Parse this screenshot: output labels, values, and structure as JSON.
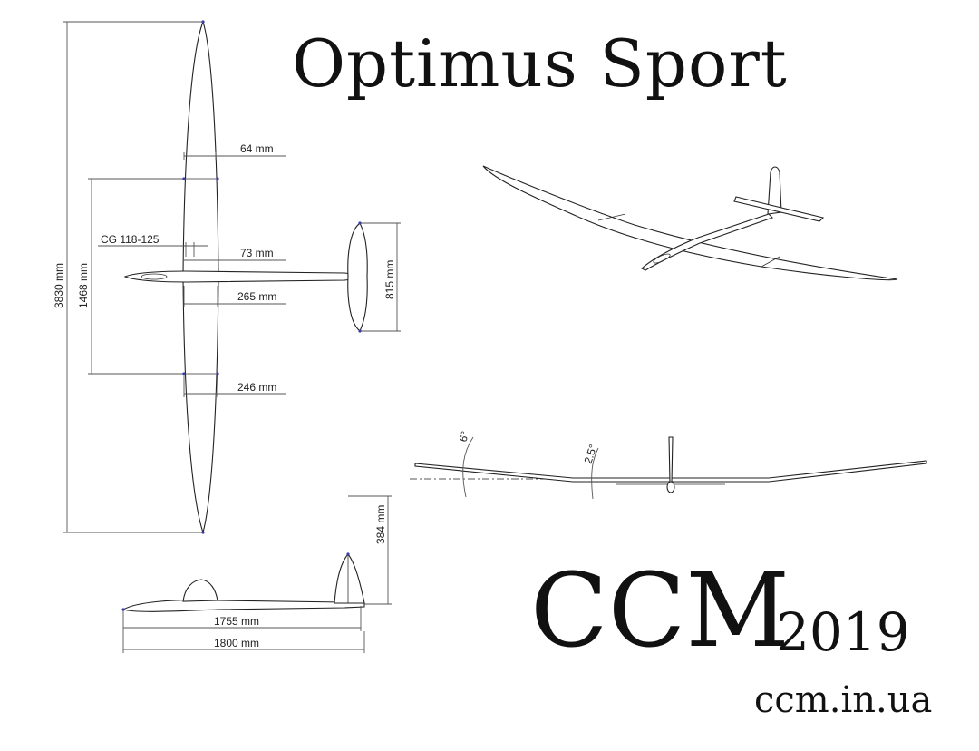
{
  "title": "Optimus Sport",
  "brand": {
    "name": "CCM",
    "year": "2019",
    "website": "ccm.in.ua"
  },
  "top_view_dimensions": {
    "span": "3830 mm",
    "center_panel": "1468 mm",
    "cg": "CG 118-125",
    "dim_64": "64 mm",
    "dim_73": "73 mm",
    "dim_265": "265 mm",
    "dim_246": "246 mm",
    "stab_span": "815 mm"
  },
  "side_view_dimensions": {
    "fin_height": "384 mm",
    "fuselage_length": "1755 mm",
    "overall_length": "1800 mm"
  },
  "front_view_dimensions": {
    "outer_dihedral": "6°",
    "inner_dihedral": "2.5°"
  }
}
